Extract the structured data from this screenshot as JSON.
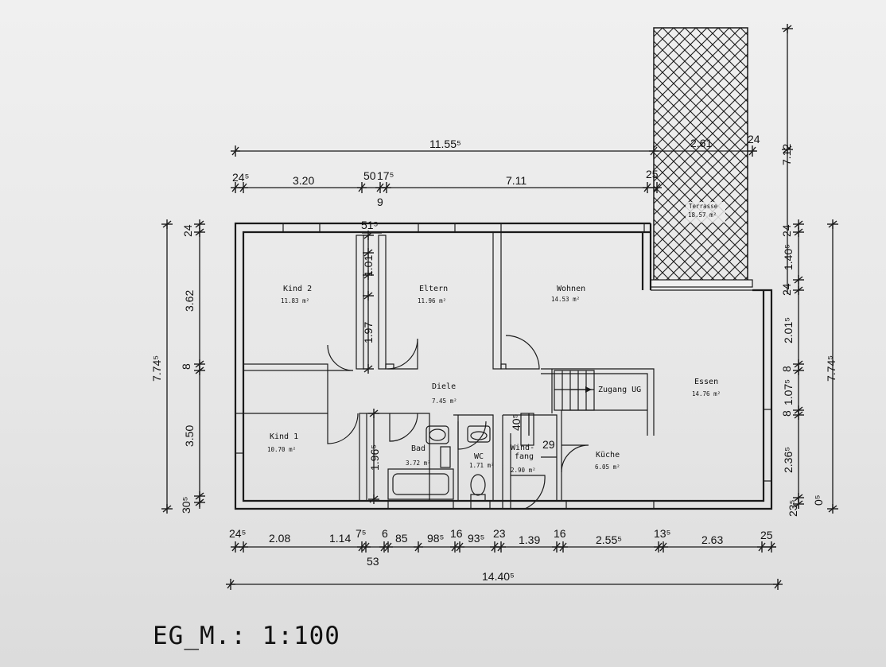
{
  "scale_label": "EG_M.: 1:100",
  "rooms": {
    "kind2": {
      "name": "Kind 2",
      "area": "11.83 m²"
    },
    "eltern": {
      "name": "Eltern",
      "area": "11.96 m²"
    },
    "wohnen": {
      "name": "Wohnen",
      "area": "14.53 m²"
    },
    "diele": {
      "name": "Diele",
      "area": "7.45 m²"
    },
    "essen": {
      "name": "Essen",
      "area": "14.76 m²"
    },
    "kind1": {
      "name": "Kind 1",
      "area": "10.70 m²"
    },
    "bad": {
      "name": "Bad",
      "area": "3.72 m²"
    },
    "wc": {
      "name": "WC",
      "area": "1.71 m²"
    },
    "windfang": {
      "name_line1": "Wind-",
      "name_line2": "fang",
      "area": "2.90 m²"
    },
    "kueche": {
      "name": "Küche",
      "area": "6.05 m²"
    },
    "terrasse": {
      "name": "Terrasse",
      "area": "18.57 m²"
    },
    "zugang": {
      "name": "Zugang UG"
    }
  },
  "dimensions": {
    "top_overall": "11.55⁵",
    "top_terrace": "2.61",
    "top_terrace_end": "24",
    "top_row": [
      "24⁵",
      "3.20",
      "50",
      "17⁵",
      "7.11",
      "25"
    ],
    "top_row_below": "9",
    "inner_top": "51⁵",
    "inner_v1": "1.01",
    "inner_v2": "1.97",
    "inner_v3": "1.96⁵",
    "inner_40": "40⁵",
    "inner_29": "29",
    "left_overall": "7.74⁵",
    "left_row": [
      "24",
      "3.62",
      "8",
      "3.50",
      "30⁵"
    ],
    "right_overall_top": "7.12",
    "right_row": [
      "24",
      "1.40⁵",
      "24",
      "2.01⁵",
      "8",
      "1.07⁵",
      "8",
      "2.36⁵",
      "23⁵"
    ],
    "right_overall": "7.74⁵",
    "right_bottom_end": "0⁵",
    "bottom_row": [
      "24⁵",
      "2.08",
      "1.14",
      "7⁵",
      "6",
      "85",
      "98⁵",
      "16",
      "93⁵",
      "23",
      "1.39",
      "16",
      "2.55⁵",
      "13⁵",
      "2.63",
      "25"
    ],
    "bottom_row_below": "53",
    "bottom_overall": "14.40⁵"
  }
}
